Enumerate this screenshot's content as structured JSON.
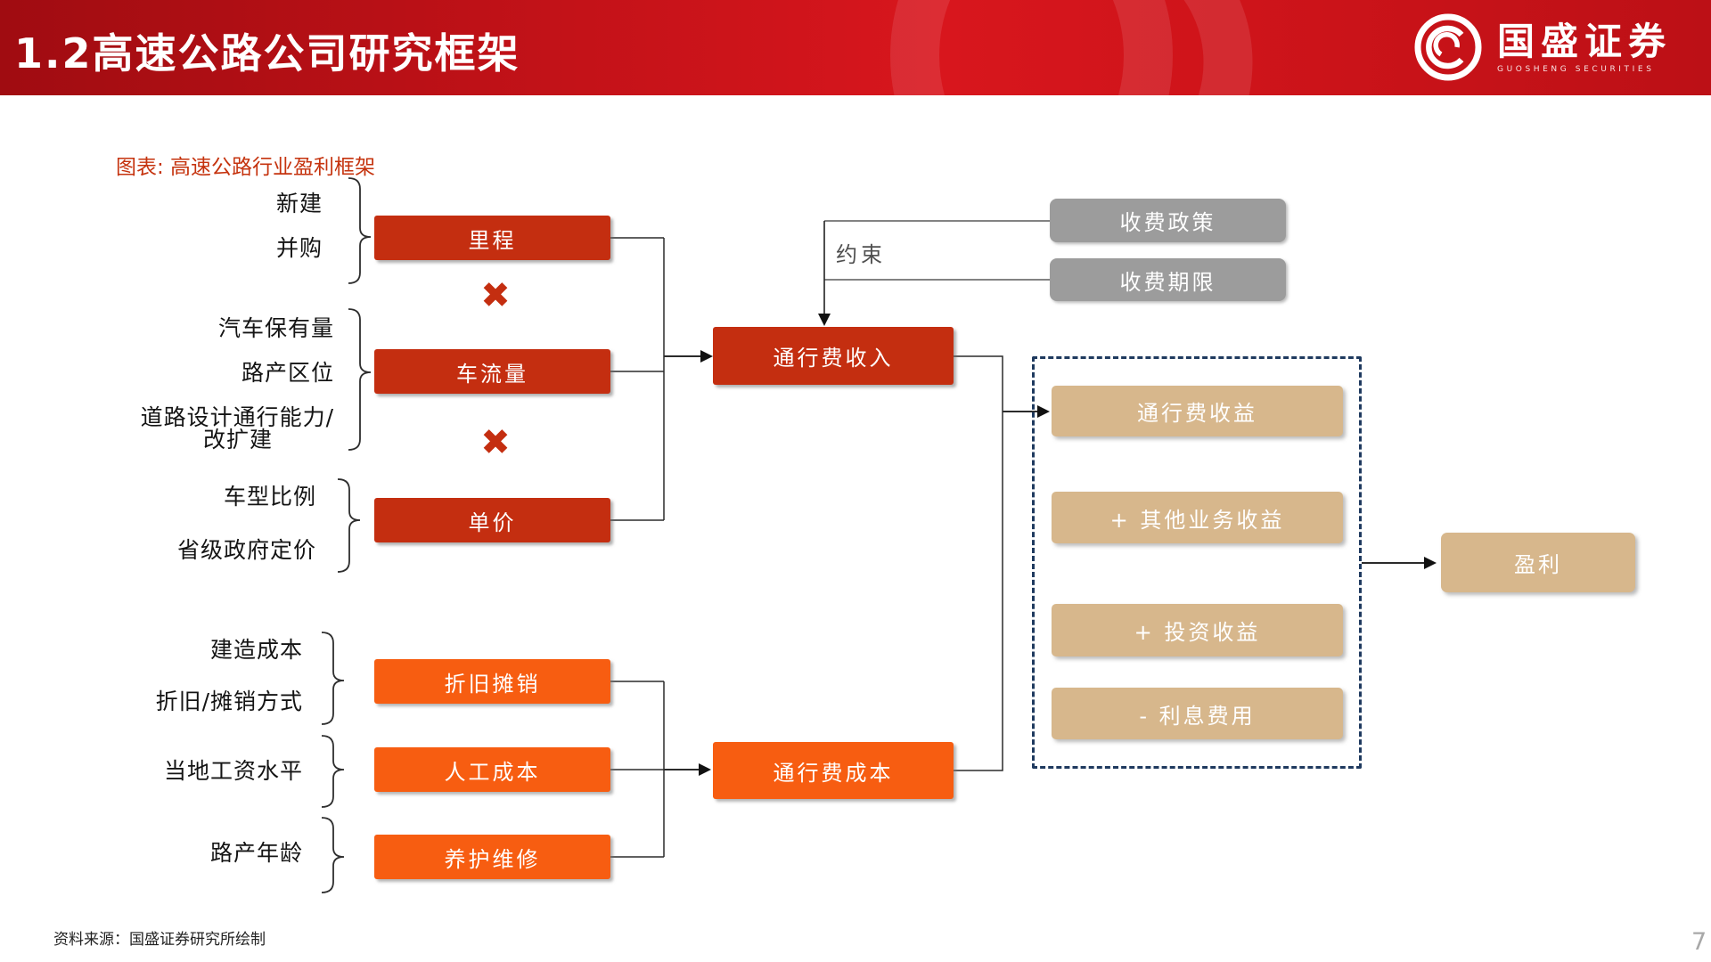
{
  "header": {
    "title": "1.2高速公路公司研究框架",
    "logo_name": "国盛证券",
    "logo_sub": "GUOSHENG SECURITIES"
  },
  "caption": "图表: 高速公路行业盈利框架",
  "flow": {
    "mileage_inputs": [
      "新建",
      "并购"
    ],
    "mileage_box": "里程",
    "times_symbol": "✖",
    "traffic_inputs": [
      "汽车保有量",
      "路产区位",
      "道路设计通行能力/",
      "改扩建"
    ],
    "traffic_box": "车流量",
    "price_inputs": [
      "车型比例",
      "省级政府定价"
    ],
    "price_box": "单价",
    "constraint_label": "约束",
    "policy_boxes": [
      "收费政策",
      "收费期限"
    ],
    "toll_revenue_box": "通行费收入",
    "depreciation_inputs": [
      "建造成本",
      "折旧/摊销方式"
    ],
    "depreciation_box": "折旧摊销",
    "labor_inputs": [
      "当地工资水平"
    ],
    "labor_box": "人工成本",
    "maintenance_inputs": [
      "路产年龄"
    ],
    "maintenance_box": "养护维修",
    "toll_cost_box": "通行费成本",
    "profit_items": [
      "通行费收益",
      "+ 其他业务收益",
      "+ 投资收益",
      "- 利息费用"
    ],
    "profit_box": "盈利"
  },
  "footer": {
    "source": "资料来源：国盛证券研究所绘制",
    "page": "7"
  },
  "colors": {
    "box_red": "#C42E10",
    "box_orange": "#F75D11",
    "box_gray": "#9C9C9C",
    "box_tan": "#D7B78C",
    "dashed_border": "#1F3A5F",
    "banner_red": "#C41218",
    "caption_red": "#C5330E"
  }
}
